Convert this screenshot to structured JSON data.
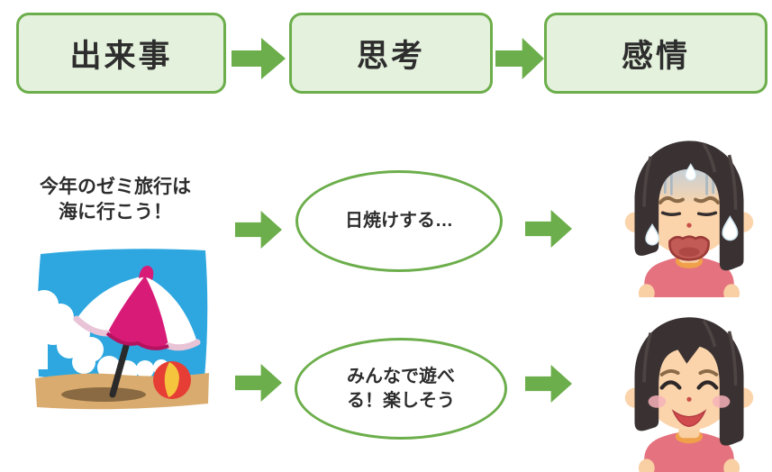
{
  "palette": {
    "green": "#6cae4b",
    "box_fill": "#e4f1dc",
    "text_color": "#2d2d2d"
  },
  "header": {
    "boxes": [
      {
        "label": "出来事"
      },
      {
        "label": "思考"
      },
      {
        "label": "感情"
      }
    ]
  },
  "example": {
    "event": {
      "line1": "今年のゼミ旅行は",
      "line2": "海に行こう！",
      "illustration": "beach-umbrella-and-ball"
    },
    "thoughts": [
      {
        "lines": {
          "0": "日焼けする…"
        },
        "emotion_illustration": "worried-sweating-woman"
      },
      {
        "lines": {
          "0": "みんなで遊べ",
          "1": "る！楽しそう"
        },
        "emotion_illustration": "smiling-happy-woman"
      }
    ]
  },
  "icons": {
    "arrow": "right-block-arrow"
  }
}
